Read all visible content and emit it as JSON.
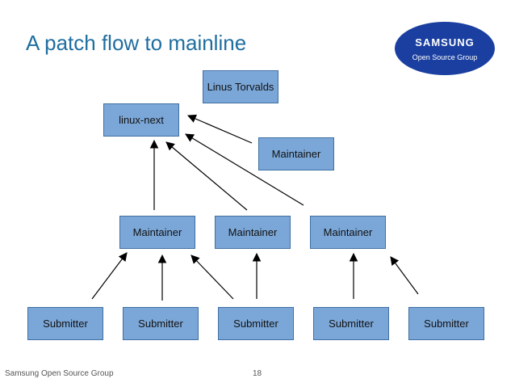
{
  "title": "A patch flow to mainline",
  "logo": {
    "brand": "SAMSUNG",
    "subtitle": "Open Source Group",
    "color": "#1a3fa0"
  },
  "nodes": {
    "linus": "Linus Torvalds",
    "linux_next": "linux-next",
    "top_maintainer": "Maintainer",
    "maintainers": [
      "Maintainer",
      "Maintainer",
      "Maintainer"
    ],
    "submitters": [
      "Submitter",
      "Submitter",
      "Submitter",
      "Submitter",
      "Submitter"
    ]
  },
  "colors": {
    "box_fill": "#7ba7d8",
    "box_border": "#3f6fa3",
    "title": "#1f6ea0"
  },
  "footer": {
    "org": "Samsung Open Source Group",
    "page": "18"
  }
}
